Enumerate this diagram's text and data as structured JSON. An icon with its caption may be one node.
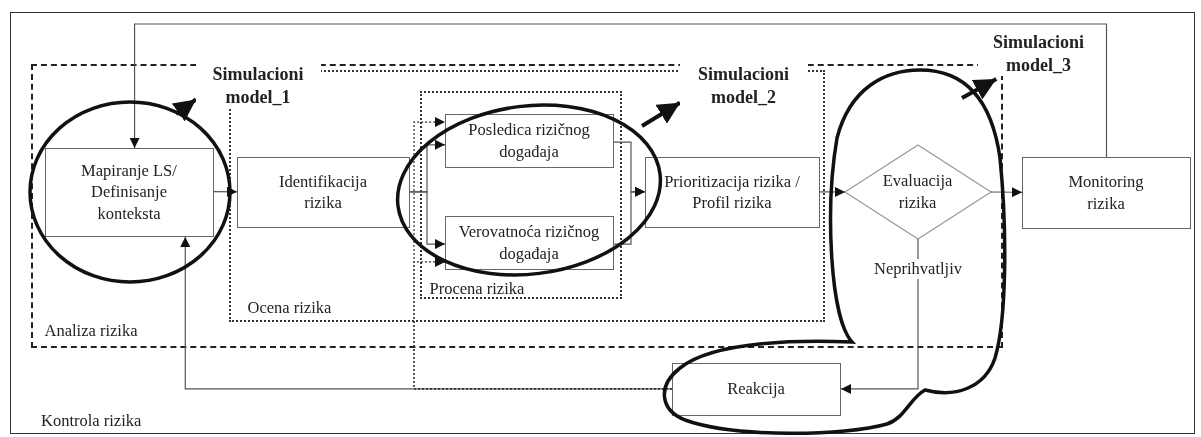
{
  "diagram": {
    "nodes": [
      {
        "text": [
          "Kontrola rizika"
        ]
      },
      {
        "text": [
          "Analiza rizika"
        ],
        "in": 0
      },
      {
        "text": [
          "Ocena rizika"
        ],
        "in": 1
      },
      {
        "text": [
          "Procena rizika"
        ],
        "in": 2
      },
      {
        "text": [
          "Mapiranje LS/ Definisanje konteksta"
        ],
        "in": 1
      },
      {
        "text": [
          "Identifikacija rizika"
        ],
        "in": 2
      },
      {
        "text": [
          "Posledica rizičnog događaja"
        ],
        "in": 3
      },
      {
        "text": [
          "Verovatnoća rizičnog događaja"
        ],
        "in": 3
      },
      {
        "text": [
          "Prioritizacija rizika / Profil rizika"
        ],
        "in": 2
      },
      {
        "text": [
          "Evaluacija rizika"
        ],
        "in": 1
      },
      {
        "text": [
          "Monitoring rizika"
        ],
        "in": 0
      },
      {
        "text": [
          "Reakcija"
        ],
        "in": 0
      },
      {
        "text": [
          "Simulacioni model_1"
        ],
        "in": 1
      },
      {
        "text": [
          "Simulacioni model_2"
        ],
        "in": 1
      },
      {
        "text": [
          "Simulacioni model_3"
        ],
        "in": 0
      }
    ],
    "edges": [
      {
        "from": null,
        "to": 12,
        "arrow": "to",
        "style": "thick"
      },
      {
        "from": 4,
        "to": 5,
        "arrow": "to"
      },
      {
        "from": 5,
        "to": 6,
        "arrow": "to"
      },
      {
        "from": 5,
        "to": 7,
        "arrow": "to"
      },
      {
        "from": 6,
        "to": 8,
        "arrow": "to"
      },
      {
        "from": 7,
        "to": 8,
        "arrow": "to"
      },
      {
        "from": 8,
        "to": 9,
        "arrow": "to"
      },
      {
        "from": 9,
        "to": 10,
        "arrow": "to"
      },
      {
        "from": 9,
        "to": 11,
        "arrow": "to",
        "label": "Neprihvatljiv"
      },
      {
        "from": 11,
        "to": 4,
        "arrow": "to"
      },
      {
        "from": 11,
        "to": 6,
        "arrow": "to",
        "style": "dashed"
      },
      {
        "from": 11,
        "to": 7,
        "arrow": "to",
        "style": "dashed"
      },
      {
        "from": 10,
        "to": 4,
        "arrow": "to"
      },
      {
        "from": null,
        "to": 13,
        "arrow": "to",
        "style": "thick"
      },
      {
        "from": null,
        "to": 14,
        "arrow": "to",
        "style": "thick"
      }
    ]
  }
}
